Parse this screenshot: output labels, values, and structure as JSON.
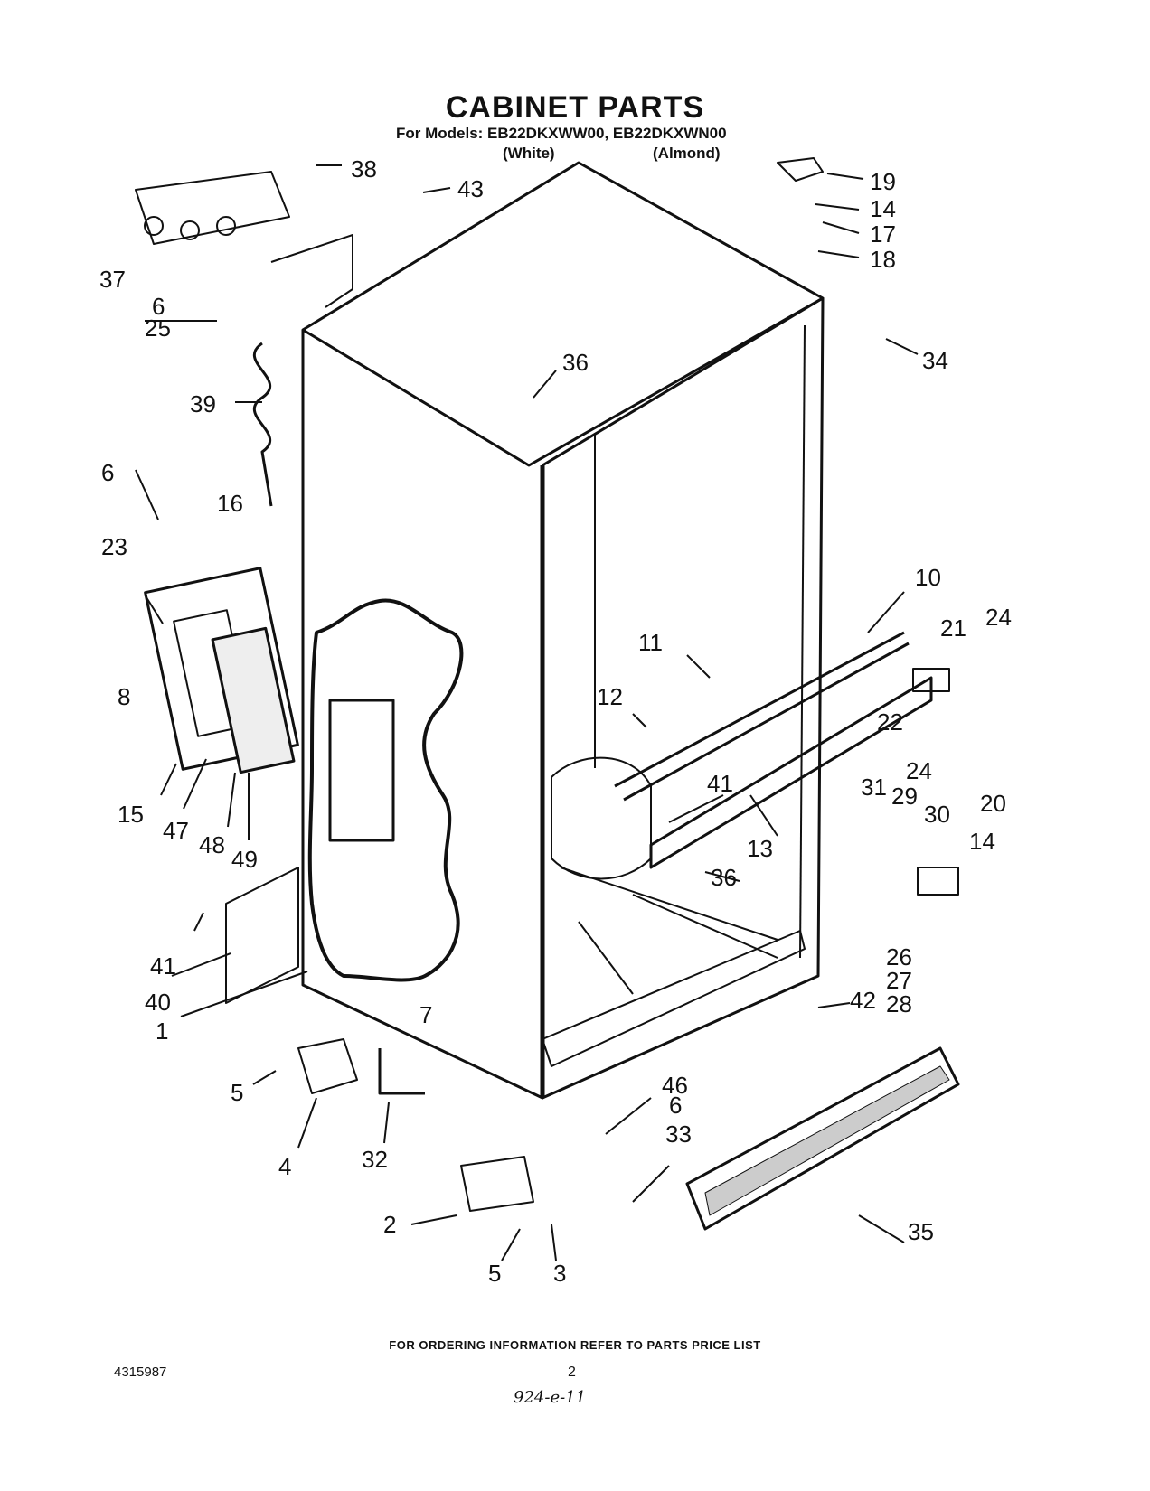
{
  "header": {
    "title": "CABINET PARTS",
    "models_line": "For Models: EB22DKXWW00, EB22DKXWN00",
    "finish_white": "(White)",
    "finish_almond": "(Almond)"
  },
  "callouts": {
    "c1": "1",
    "c2": "2",
    "c3": "3",
    "c4": "4",
    "c5a": "5",
    "c5b": "5",
    "c6a": "6",
    "c6b": "6",
    "c6c": "6",
    "c7": "7",
    "c8": "8",
    "c10": "10",
    "c11": "11",
    "c12": "12",
    "c13": "13",
    "c14a": "14",
    "c14b": "14",
    "c15": "15",
    "c16": "16",
    "c17": "17",
    "c18": "18",
    "c19": "19",
    "c20": "20",
    "c21": "21",
    "c22": "22",
    "c23": "23",
    "c24a": "24",
    "c24b": "24",
    "c25": "25",
    "c26": "26",
    "c27": "27",
    "c28": "28",
    "c29": "29",
    "c30": "30",
    "c31": "31",
    "c32": "32",
    "c33": "33",
    "c34": "34",
    "c35": "35",
    "c36a": "36",
    "c36b": "36",
    "c37": "37",
    "c38": "38",
    "c39": "39",
    "c40": "40",
    "c41a": "41",
    "c41b": "41",
    "c42": "42",
    "c43": "43",
    "c46": "46",
    "c47": "47",
    "c48": "48",
    "c49": "49"
  },
  "footer": {
    "ordering_info": "FOR ORDERING INFORMATION REFER TO PARTS PRICE LIST",
    "part_number": "4315987",
    "page_number": "2",
    "handwritten_note": "924-e-11"
  }
}
